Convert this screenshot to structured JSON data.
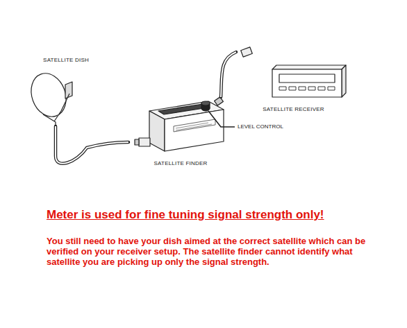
{
  "diagram": {
    "title": "Meter is used for fine tuning signal strength only!",
    "caption": "You still need to have your dish aimed at the correct satellite which can be verified on your receiver setup. The satellite finder cannot identify what satellite you are picking up only the signal strength.",
    "nodes": [
      {
        "text": [
          "SATELLITE DISH"
        ]
      },
      {
        "text": [
          "SATELLITE FINDER"
        ]
      },
      {
        "text": [
          "SATELLITE RECEIVER"
        ]
      }
    ],
    "edges": [
      {
        "from": 0,
        "to": 1,
        "arrow": "none"
      },
      {
        "from": 1,
        "to": 2,
        "arrow": "none"
      }
    ],
    "labels": [
      "LEVEL CONTROL"
    ]
  }
}
